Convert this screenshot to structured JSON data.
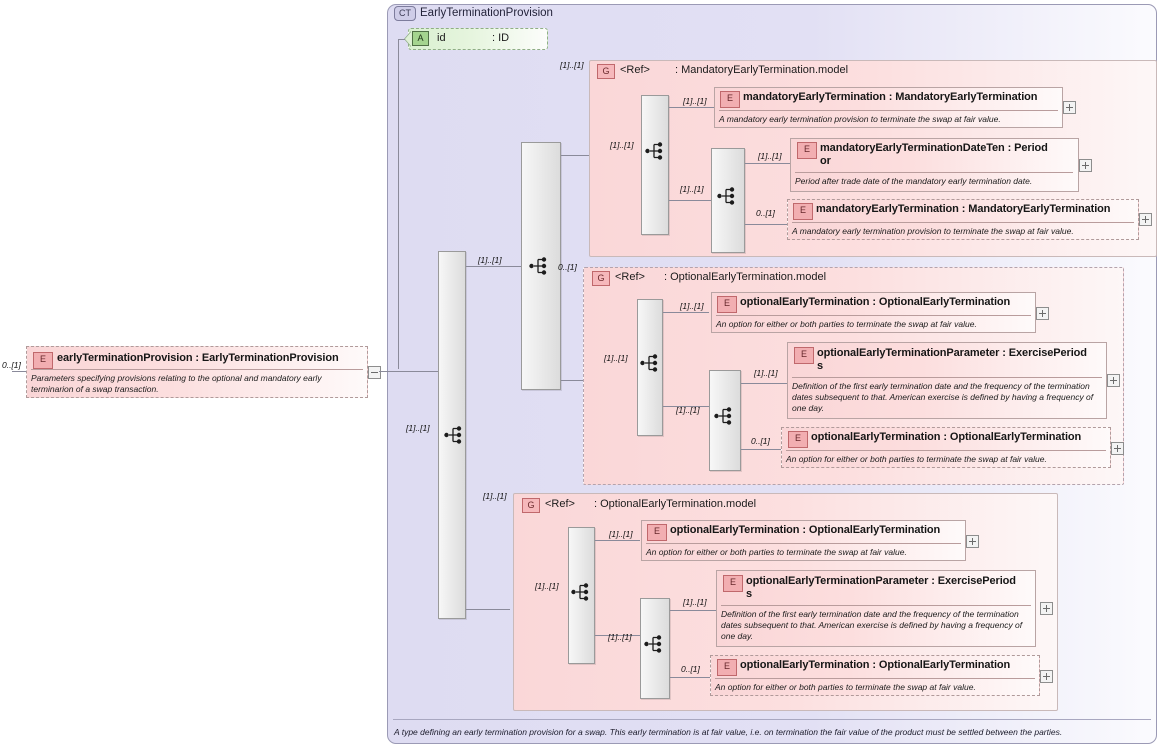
{
  "diagram": {
    "kind": "xsd-schema-diagram",
    "complex_type": {
      "tag": "CT",
      "name": "EarlyTerminationProvision",
      "footer": "A type defining an early termination provision for a swap. This early termination is at fair value, i.e. on termination the fair value of the product must be settled between the parties."
    },
    "attribute": {
      "tag": "A",
      "name": "id",
      "type": ": ID"
    },
    "root_element": {
      "tag": "E",
      "cardinality": "0..[1]",
      "title": "earlyTerminationProvision : EarlyTerminationProvision",
      "description": "Parameters specifying provisions relating to the optional and mandatory early terminarion of a swap transaction.",
      "toggle": "minus"
    },
    "cardinalities": {
      "root_to_seq": "[1]..[1]",
      "seq_to_group1": "[1]..[1]",
      "seq_to_group2": "0..[1]",
      "seq_to_group3": "[1]..[1]",
      "inner_top": "[1]..[1]",
      "inner_bottom": "[1]..[1]",
      "choice_first": "[1]..[1]",
      "choice_second": "[1]..[1]",
      "choice_optional": "0..[1]"
    },
    "groups": [
      {
        "tag": "G",
        "ref": "<Ref>",
        "name": ": MandatoryEarlyTermination.model",
        "dashed": false,
        "elements": [
          {
            "tag": "E",
            "cardinality": "[1]..[1]",
            "title": "mandatoryEarlyTermination : MandatoryEarlyTermination",
            "description": "A mandatory early termination provision to terminate the swap at fair value.",
            "dashed": false,
            "toggle": "plus"
          },
          {
            "tag": "E",
            "cardinality": "[1]..[1]",
            "title": "mandatoryEarlyTerminationDateTen : Period",
            "title_overflow": "or",
            "description": "Period after trade date of the mandatory early termination date.",
            "dashed": false,
            "toggle": "plus"
          },
          {
            "tag": "E",
            "cardinality": "0..[1]",
            "title": "mandatoryEarlyTermination : MandatoryEarlyTermination",
            "description": "A mandatory early termination provision to terminate the swap at fair value.",
            "dashed": true,
            "toggle": "plus"
          }
        ]
      },
      {
        "tag": "G",
        "ref": "<Ref>",
        "name": ": OptionalEarlyTermination.model",
        "dashed": true,
        "elements": [
          {
            "tag": "E",
            "cardinality": "[1]..[1]",
            "title": "optionalEarlyTermination : OptionalEarlyTermination",
            "description": "An option for either or both parties to terminate the swap at fair value.",
            "dashed": false,
            "toggle": "plus"
          },
          {
            "tag": "E",
            "cardinality": "[1]..[1]",
            "title": "optionalEarlyTerminationParameter : ExercisePeriod",
            "title_overflow": "s",
            "description": "Definition of the first early termination date and the frequency of the termination dates subsequent to that. American exercise is defined by having a frequency of one day.",
            "dashed": false,
            "toggle": "plus"
          },
          {
            "tag": "E",
            "cardinality": "0..[1]",
            "title": "optionalEarlyTermination : OptionalEarlyTermination",
            "description": "An option for either or both parties to terminate the swap at fair value.",
            "dashed": true,
            "toggle": "plus"
          }
        ]
      },
      {
        "tag": "G",
        "ref": "<Ref>",
        "name": ": OptionalEarlyTermination.model",
        "dashed": false,
        "elements": [
          {
            "tag": "E",
            "cardinality": "[1]..[1]",
            "title": "optionalEarlyTermination : OptionalEarlyTermination",
            "description": "An option for either or both parties to terminate the swap at fair value.",
            "dashed": false,
            "toggle": "plus"
          },
          {
            "tag": "E",
            "cardinality": "[1]..[1]",
            "title": "optionalEarlyTerminationParameter : ExercisePeriod",
            "title_overflow": "s",
            "description": "Definition of the first early termination date and the frequency of the termination dates subsequent to that. American exercise is defined by having a frequency of one day.",
            "dashed": false,
            "toggle": "plus"
          },
          {
            "tag": "E",
            "cardinality": "0..[1]",
            "title": "optionalEarlyTermination : OptionalEarlyTermination",
            "description": "An option for either or both parties to terminate the swap at fair value.",
            "dashed": true,
            "toggle": "plus"
          }
        ]
      }
    ],
    "colors": {
      "container_fill": "#dedcf2",
      "group_fill": "#fad7d8",
      "element_fill": "#fad6d7",
      "attribute_fill": "#d9f0d0",
      "line": "#8a8a9a"
    },
    "compositor_icons": {
      "sequence": "sequence-icon",
      "choice": "choice-icon"
    }
  }
}
